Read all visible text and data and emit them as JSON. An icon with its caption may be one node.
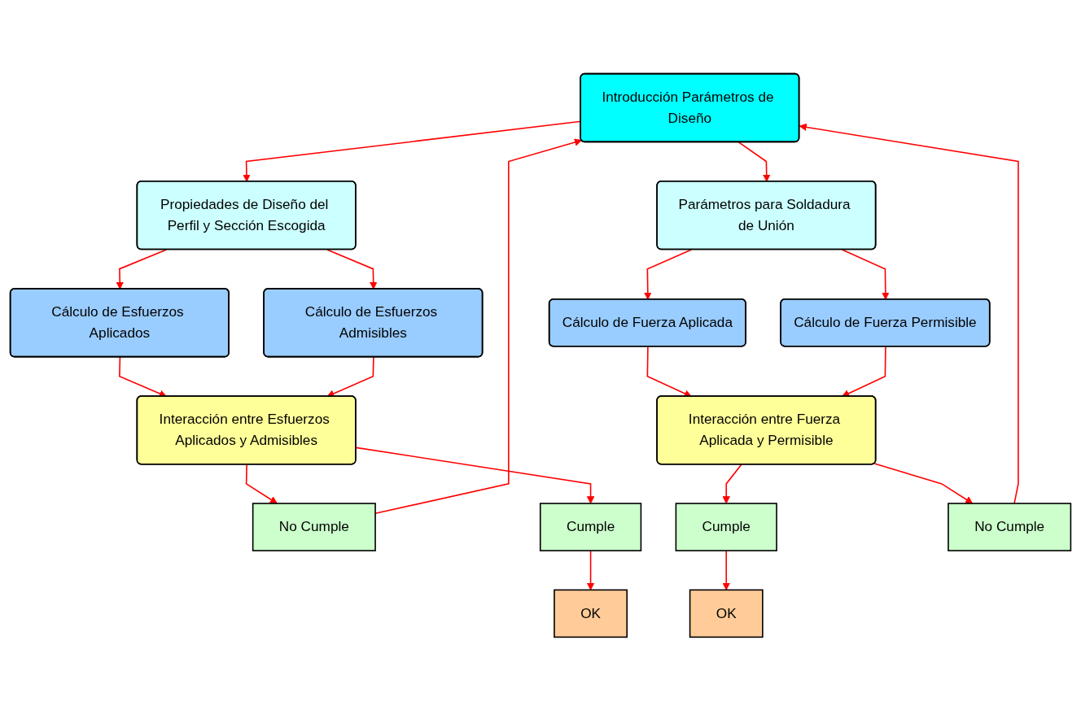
{
  "diagram": {
    "nodes": [
      {
        "text": [
          "Introducción Parámetros de Diseño"
        ]
      },
      {
        "text": [
          "Propiedades de Diseño del Perfil y Sección Escogida"
        ]
      },
      {
        "text": [
          "Parámetros para Soldadura de Unión"
        ]
      },
      {
        "text": [
          "Cálculo de Esfuerzos Aplicados"
        ]
      },
      {
        "text": [
          "Cálculo de Esfuerzos Admisibles"
        ]
      },
      {
        "text": [
          "Cálculo de Fuerza Aplicada"
        ]
      },
      {
        "text": [
          "Cálculo de Fuerza Permisible"
        ]
      },
      {
        "text": [
          "Interacción entre Esfuerzos Aplicados y Admisibles"
        ]
      },
      {
        "text": [
          "Interacción entre Fuerza Aplicada y Permisible"
        ]
      },
      {
        "text": [
          "No Cumple"
        ]
      },
      {
        "text": [
          "Cumple"
        ]
      },
      {
        "text": [
          "Cumple"
        ]
      },
      {
        "text": [
          "No Cumple"
        ]
      },
      {
        "text": [
          "OK"
        ]
      },
      {
        "text": [
          "OK"
        ]
      }
    ],
    "edges": [
      {
        "from": 0,
        "to": 1,
        "arrow": "to"
      },
      {
        "from": 0,
        "to": 2,
        "arrow": "to"
      },
      {
        "from": 1,
        "to": 3,
        "arrow": "to"
      },
      {
        "from": 1,
        "to": 4,
        "arrow": "to"
      },
      {
        "from": 2,
        "to": 5,
        "arrow": "to"
      },
      {
        "from": 2,
        "to": 6,
        "arrow": "to"
      },
      {
        "from": 3,
        "to": 7,
        "arrow": "to"
      },
      {
        "from": 4,
        "to": 7,
        "arrow": "to"
      },
      {
        "from": 5,
        "to": 8,
        "arrow": "to"
      },
      {
        "from": 6,
        "to": 8,
        "arrow": "to"
      },
      {
        "from": 7,
        "to": 9,
        "arrow": "to"
      },
      {
        "from": 7,
        "to": 10,
        "arrow": "to"
      },
      {
        "from": 8,
        "to": 11,
        "arrow": "to"
      },
      {
        "from": 8,
        "to": 12,
        "arrow": "to"
      },
      {
        "from": 10,
        "to": 13,
        "arrow": "to"
      },
      {
        "from": 11,
        "to": 14,
        "arrow": "to"
      },
      {
        "from": 9,
        "to": 0,
        "arrow": "to"
      },
      {
        "from": 12,
        "to": 0,
        "arrow": "to"
      }
    ]
  }
}
